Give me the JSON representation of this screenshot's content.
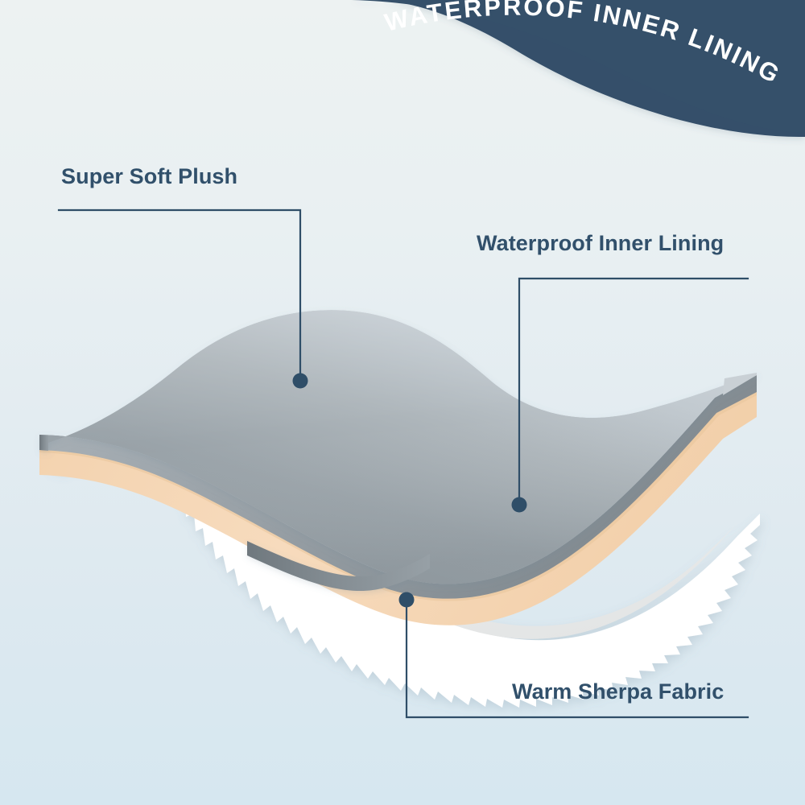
{
  "banner": {
    "text": "WATERPROOF INNER LINING",
    "bg_color": "#35506a",
    "text_color": "#ffffff"
  },
  "labels": {
    "plush": "Super Soft Plush",
    "waterproof": "Waterproof Inner Lining",
    "sherpa": "Warm Sherpa Fabric"
  },
  "colors": {
    "navy": "#31506b",
    "leader_line": "#2f4e68",
    "background_top": "#edf2f2",
    "background_bottom": "#d6e7f0",
    "plush_top_light": "#c3cbd0",
    "plush_top_dark": "#8f989e",
    "plush_edge": "#8b9399",
    "waterproof_tan": "#f5d6b4",
    "sherpa_surface": "#ececec",
    "sherpa_white": "#ffffff"
  },
  "diagram": {
    "type": "layered-material-cutaway",
    "layer_count": 3,
    "layers": [
      {
        "name": "Super Soft Plush",
        "order": 1,
        "position": "top",
        "color": "#a9b2b8"
      },
      {
        "name": "Waterproof Inner Lining",
        "order": 2,
        "position": "middle",
        "color": "#f5d6b4"
      },
      {
        "name": "Warm Sherpa Fabric",
        "order": 3,
        "position": "bottom",
        "color": "#ffffff"
      }
    ],
    "callouts": [
      {
        "label": "Super Soft Plush",
        "dot": [
          373,
          473
        ],
        "elbow": [
          373,
          261
        ],
        "line_end": [
          73,
          261
        ],
        "side": "left"
      },
      {
        "label": "Waterproof Inner Lining",
        "dot": [
          645,
          627
        ],
        "elbow": [
          645,
          346
        ],
        "line_end": [
          929,
          346
        ],
        "side": "right"
      },
      {
        "label": "Warm Sherpa Fabric",
        "dot": [
          505,
          745
        ],
        "elbow": [
          505,
          891
        ],
        "line_end": [
          929,
          891
        ],
        "side": "right"
      }
    ]
  }
}
